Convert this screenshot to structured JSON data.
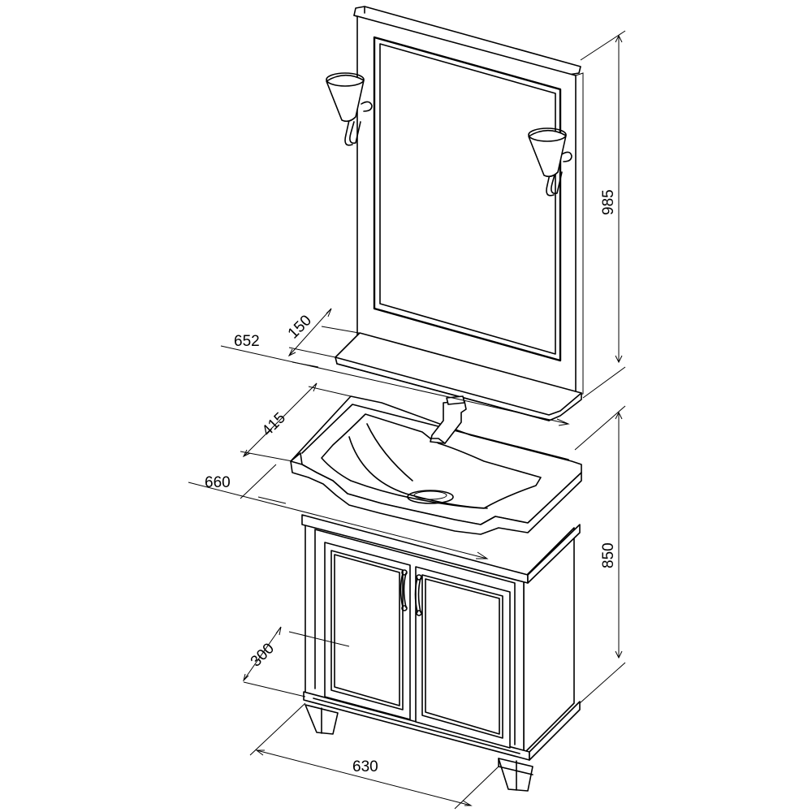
{
  "dimensions": {
    "mirror_height": "985",
    "shelf_depth": "150",
    "shelf_width": "652",
    "basin_depth": "415",
    "basin_width": "660",
    "cabinet_height": "850",
    "cabinet_depth": "300",
    "cabinet_width": "630"
  }
}
